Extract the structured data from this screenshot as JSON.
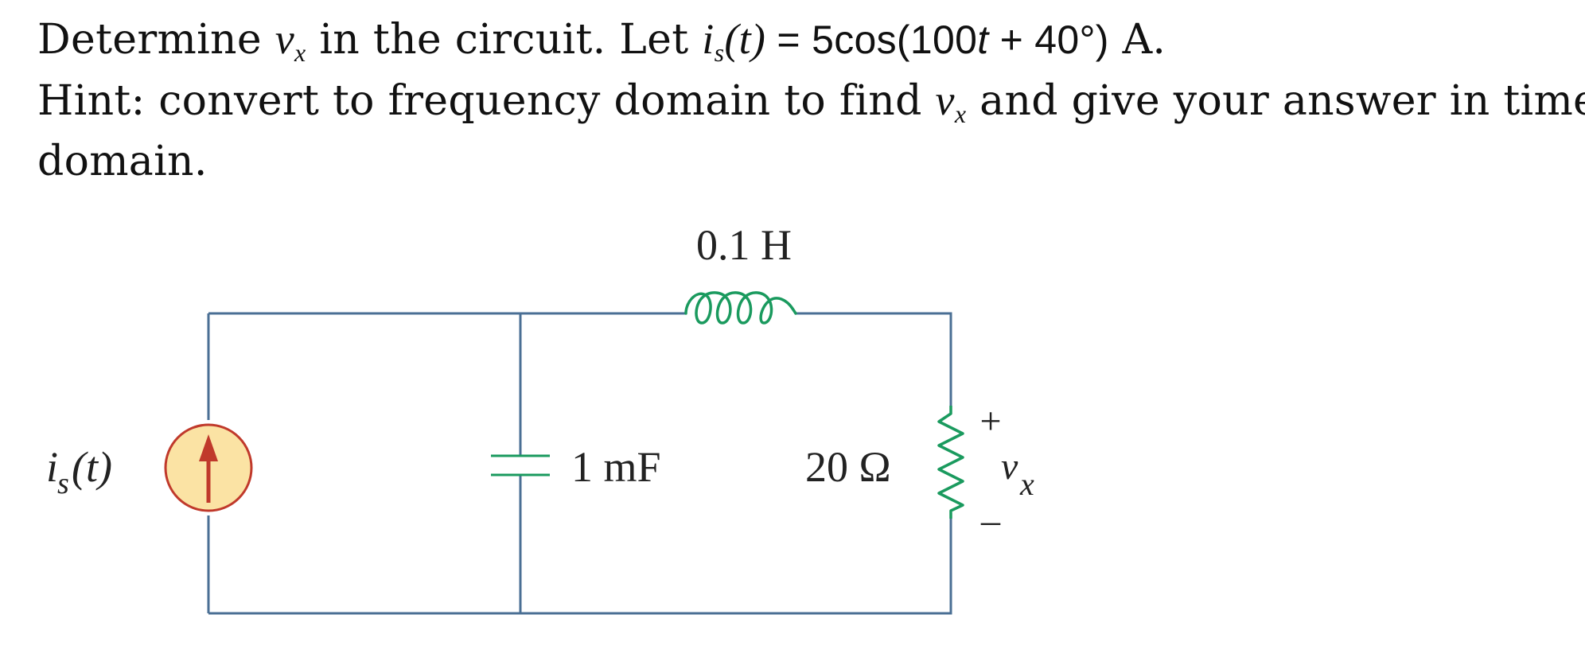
{
  "problem": {
    "line1": {
      "p1": "Determine ",
      "vx_v": "v",
      "vx_sub": "x",
      "p2": " in the circuit. Let ",
      "is_i": "i",
      "is_sub": "s",
      "is_t": "(t)",
      "eq": " = 5cos(100",
      "t": "t",
      "tail": " + 40°)",
      "unit": "  A."
    },
    "line2": {
      "p1": "Hint: convert to frequency domain to find  ",
      "vx_v": "v",
      "vx_sub": "x",
      "p2": "  and give your answer in time"
    },
    "line3": "domain."
  },
  "circuit": {
    "source_label_i": "i",
    "source_label_sub": "s",
    "source_label_t": " (t)",
    "inductor_label": "0.1 H",
    "capacitor_label": "1 mF",
    "resistor_label": "20 Ω",
    "plus_sign": "+",
    "minus_sign": "–",
    "vx_v": "v",
    "vx_sub": "x"
  },
  "colors": {
    "wire": "#4a6f94",
    "inductor": "#1a9a5e",
    "resistor": "#1a9a5e",
    "source_fill": "#fbe3a4",
    "source_stroke": "#c0392b",
    "arrow": "#c0392b",
    "capacitor": "#1a9a5e"
  }
}
